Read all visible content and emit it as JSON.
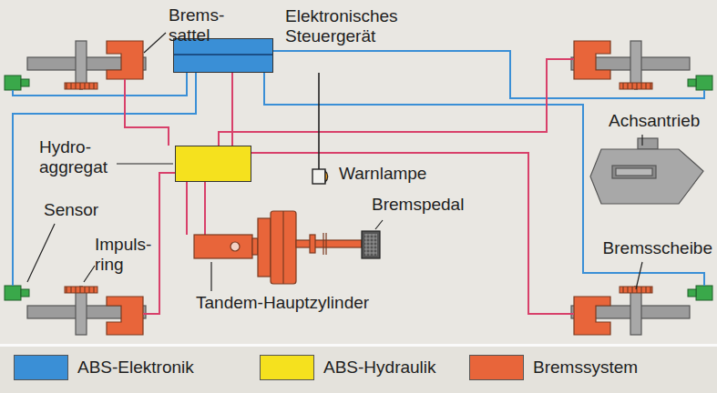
{
  "diagram": {
    "nodes": [
      {
        "text": [
          "Elektronisches Steuergerät"
        ]
      },
      {
        "text": [
          "Hydro- aggregat"
        ]
      }
    ],
    "edges": [
      {
        "from": 0,
        "to": 1,
        "arrow": "none"
      }
    ],
    "labels": [
      "Brems- sattel",
      "Warnlampe",
      "Sensor",
      "Impuls- ring",
      "Tandem-Hauptzylinder",
      "Bremspedal",
      "Achsantrieb",
      "Bremsscheibe"
    ],
    "legend": [
      {
        "text": "ABS-Elektronik",
        "color": "#3a8fd6"
      },
      {
        "text": "ABS-Hydraulik",
        "color": "#f5e11e"
      },
      {
        "text": "Bremssystem",
        "color": "#e8653a"
      }
    ]
  }
}
